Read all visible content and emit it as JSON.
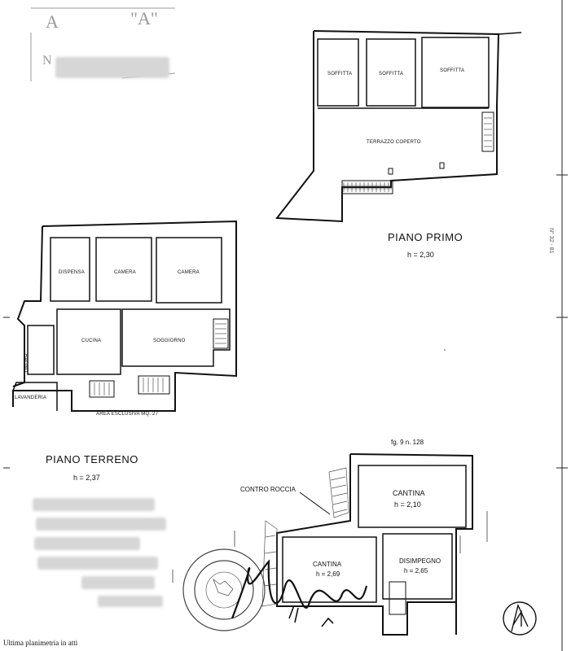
{
  "stamp": {
    "letter": "\"A\"",
    "prefix_top": "A",
    "prefix_bottom": "N"
  },
  "piano_primo": {
    "title": "PIANO PRIMO",
    "height": "h = 2,30",
    "rooms": [
      "SOFFITTA",
      "SOFFITTA",
      "SOFFITTA",
      "TERRAZZO COPERTO"
    ]
  },
  "piano_terreno": {
    "title": "PIANO TERRENO",
    "height": "h = 2,37",
    "rooms": [
      "DISPENSA",
      "CAMERA",
      "CAMERA",
      "CUCINA",
      "SOGGIORNO",
      "BAGNO",
      "LAVANDERIA",
      "AREA ESCLUSIVA MQ. 27"
    ]
  },
  "cantine": {
    "ref": "fg. 9 n. 128",
    "contro_roccia": "CONTRO ROCCIA",
    "cantina1": "CANTINA",
    "cantina1_h": "h = 2,10",
    "cantina2": "CANTINA",
    "cantina2_h": "h = 2,69",
    "disimpegno": "DISIMPEGNO",
    "disimpegno_h": "h = 2,65"
  },
  "footer": "Ultima planimetria in atti",
  "margin_note": "N° 32 - 81"
}
